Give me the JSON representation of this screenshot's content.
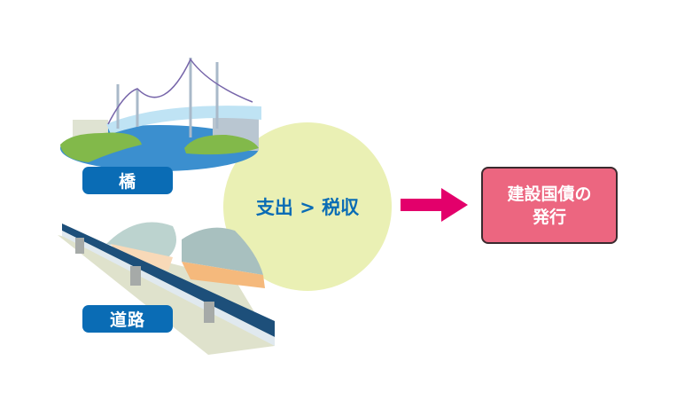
{
  "items": [
    {
      "label": "橋",
      "icon": "bridge-illustration"
    },
    {
      "label": "道路",
      "icon": "road-illustration"
    }
  ],
  "condition": "支出 > 税収",
  "result": {
    "line1": "建設国債の",
    "line2": "発行"
  },
  "colors": {
    "label_bg": "#0a6cb5",
    "circle": "#eaf0b4",
    "arrow": "#e3006b",
    "result_bg": "#ec6680"
  }
}
